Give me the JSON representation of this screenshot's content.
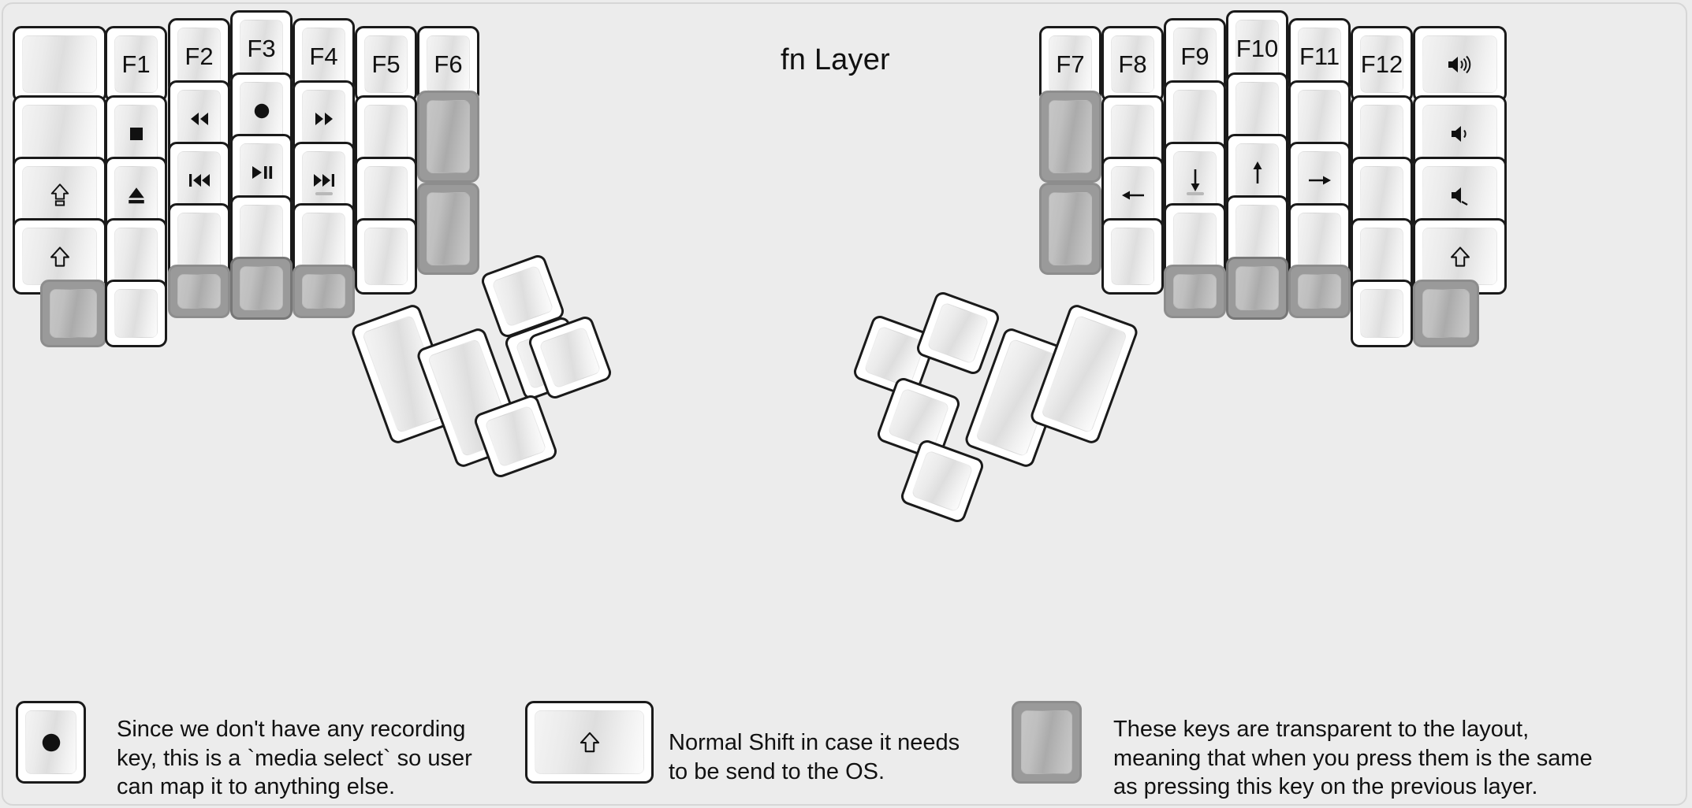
{
  "title": "fn Layer",
  "colors": {
    "background": "#ececec",
    "key_fill": "#ffffff",
    "key_border": "#1a1a1a",
    "transparent_key_fill": "#9a9a9a",
    "transparent_key_border": "#8d8d8d",
    "label": "#111111"
  },
  "left_half": {
    "columns": [
      {
        "name": "col-pinky-outer",
        "keys": [
          {
            "label": "",
            "icon": "",
            "type": "normal"
          },
          {
            "label": "",
            "icon": "",
            "type": "normal"
          },
          {
            "label": "",
            "icon": "caps-lock-icon",
            "type": "normal"
          },
          {
            "label": "",
            "icon": "shift-icon",
            "type": "normal"
          },
          {
            "label": "",
            "icon": "",
            "type": "transparent"
          }
        ]
      },
      {
        "name": "col-pinky",
        "keys": [
          {
            "label": "F1",
            "icon": "",
            "type": "normal"
          },
          {
            "label": "",
            "icon": "media-stop-icon",
            "type": "normal"
          },
          {
            "label": "",
            "icon": "media-eject-icon",
            "type": "normal"
          },
          {
            "label": "",
            "icon": "",
            "type": "normal"
          },
          {
            "label": "",
            "icon": "",
            "type": "normal"
          }
        ]
      },
      {
        "name": "col-ring",
        "keys": [
          {
            "label": "F2",
            "icon": "",
            "type": "normal"
          },
          {
            "label": "",
            "icon": "media-rewind-icon",
            "type": "normal"
          },
          {
            "label": "",
            "icon": "media-previous-track-icon",
            "type": "normal"
          },
          {
            "label": "",
            "icon": "",
            "type": "normal"
          },
          {
            "label": "",
            "icon": "",
            "type": "transparent"
          }
        ]
      },
      {
        "name": "col-middle",
        "keys": [
          {
            "label": "F3",
            "icon": "",
            "type": "normal"
          },
          {
            "label": "",
            "icon": "media-record-icon",
            "type": "normal"
          },
          {
            "label": "",
            "icon": "media-play-pause-icon",
            "type": "normal"
          },
          {
            "label": "",
            "icon": "",
            "type": "normal"
          },
          {
            "label": "",
            "icon": "",
            "type": "transparent"
          }
        ]
      },
      {
        "name": "col-index",
        "keys": [
          {
            "label": "F4",
            "icon": "",
            "type": "normal"
          },
          {
            "label": "",
            "icon": "media-fast-forward-icon",
            "type": "normal"
          },
          {
            "label": "",
            "icon": "media-next-track-icon",
            "type": "normal",
            "homing": true
          },
          {
            "label": "",
            "icon": "",
            "type": "normal"
          },
          {
            "label": "",
            "icon": "",
            "type": "transparent"
          }
        ]
      },
      {
        "name": "col-index-inner",
        "keys": [
          {
            "label": "F5",
            "icon": "",
            "type": "normal"
          },
          {
            "label": "",
            "icon": "",
            "type": "normal"
          },
          {
            "label": "",
            "icon": "",
            "type": "normal"
          },
          {
            "label": "",
            "icon": "",
            "type": "normal"
          }
        ]
      },
      {
        "name": "col-inner",
        "keys": [
          {
            "label": "F6",
            "icon": "",
            "type": "normal"
          },
          {
            "label": "",
            "icon": "",
            "type": "transparent",
            "tall": true
          },
          {
            "label": "",
            "icon": "",
            "type": "transparent",
            "tall": true
          }
        ]
      }
    ],
    "thumb_cluster": [
      {
        "name": "thumb-big-1",
        "icon": "",
        "type": "normal",
        "size": "2u"
      },
      {
        "name": "thumb-big-2",
        "icon": "",
        "type": "normal",
        "size": "2u"
      },
      {
        "name": "thumb-small-1",
        "icon": "",
        "type": "normal",
        "size": "1u"
      },
      {
        "name": "thumb-small-2",
        "icon": "",
        "type": "normal",
        "size": "1u"
      },
      {
        "name": "thumb-small-3",
        "icon": "",
        "type": "normal",
        "size": "1u"
      },
      {
        "name": "thumb-small-4",
        "icon": "",
        "type": "normal",
        "size": "1u"
      }
    ]
  },
  "right_half": {
    "columns": [
      {
        "name": "col-inner",
        "keys": [
          {
            "label": "F7",
            "icon": "",
            "type": "normal"
          },
          {
            "label": "",
            "icon": "",
            "type": "transparent",
            "tall": true
          },
          {
            "label": "",
            "icon": "",
            "type": "transparent",
            "tall": true
          }
        ]
      },
      {
        "name": "col-index-inner",
        "keys": [
          {
            "label": "F8",
            "icon": "",
            "type": "normal"
          },
          {
            "label": "",
            "icon": "",
            "type": "normal"
          },
          {
            "label": "",
            "icon": "arrow-left-icon",
            "type": "normal"
          },
          {
            "label": "",
            "icon": "",
            "type": "normal"
          }
        ]
      },
      {
        "name": "col-index",
        "keys": [
          {
            "label": "F9",
            "icon": "",
            "type": "normal"
          },
          {
            "label": "",
            "icon": "",
            "type": "normal"
          },
          {
            "label": "",
            "icon": "arrow-down-icon",
            "type": "normal",
            "homing": true
          },
          {
            "label": "",
            "icon": "",
            "type": "normal"
          },
          {
            "label": "",
            "icon": "",
            "type": "transparent"
          }
        ]
      },
      {
        "name": "col-middle",
        "keys": [
          {
            "label": "F10",
            "icon": "",
            "type": "normal"
          },
          {
            "label": "",
            "icon": "",
            "type": "normal"
          },
          {
            "label": "",
            "icon": "arrow-up-icon",
            "type": "normal"
          },
          {
            "label": "",
            "icon": "",
            "type": "normal"
          },
          {
            "label": "",
            "icon": "",
            "type": "transparent"
          }
        ]
      },
      {
        "name": "col-ring",
        "keys": [
          {
            "label": "F11",
            "icon": "",
            "type": "normal"
          },
          {
            "label": "",
            "icon": "",
            "type": "normal"
          },
          {
            "label": "",
            "icon": "arrow-right-icon",
            "type": "normal"
          },
          {
            "label": "",
            "icon": "",
            "type": "normal"
          },
          {
            "label": "",
            "icon": "",
            "type": "transparent"
          }
        ]
      },
      {
        "name": "col-pinky",
        "keys": [
          {
            "label": "F12",
            "icon": "",
            "type": "normal"
          },
          {
            "label": "",
            "icon": "",
            "type": "normal"
          },
          {
            "label": "",
            "icon": "",
            "type": "normal"
          },
          {
            "label": "",
            "icon": "",
            "type": "normal"
          },
          {
            "label": "",
            "icon": "",
            "type": "normal"
          }
        ]
      },
      {
        "name": "col-pinky-outer",
        "keys": [
          {
            "label": "",
            "icon": "volume-up-icon",
            "type": "normal"
          },
          {
            "label": "",
            "icon": "volume-down-icon",
            "type": "normal"
          },
          {
            "label": "",
            "icon": "volume-mute-icon",
            "type": "normal"
          },
          {
            "label": "",
            "icon": "shift-icon",
            "type": "normal"
          },
          {
            "label": "",
            "icon": "",
            "type": "transparent"
          }
        ]
      }
    ],
    "thumb_cluster": [
      {
        "name": "thumb-small-1",
        "icon": "",
        "type": "normal",
        "size": "1u"
      },
      {
        "name": "thumb-small-2",
        "icon": "",
        "type": "normal",
        "size": "1u"
      },
      {
        "name": "thumb-small-3",
        "icon": "",
        "type": "normal",
        "size": "1u"
      },
      {
        "name": "thumb-small-4",
        "icon": "",
        "type": "normal",
        "size": "1u"
      },
      {
        "name": "thumb-big-1",
        "icon": "",
        "type": "normal",
        "size": "2u"
      },
      {
        "name": "thumb-big-2",
        "icon": "",
        "type": "normal",
        "size": "2u"
      }
    ]
  },
  "legend": [
    {
      "key_icon": "media-record-icon",
      "key_type": "normal",
      "text": "Since we don't have any recording\nkey, this is a `media select` so user\ncan map it to anything else."
    },
    {
      "key_icon": "shift-icon",
      "key_type": "normal",
      "text": "Normal Shift in case it needs\nto be send to the OS."
    },
    {
      "key_icon": "",
      "key_type": "transparent",
      "text": "These keys are transparent to the layout,\nmeaning that when you press them is the same\nas pressing this key on the previous layer."
    }
  ]
}
